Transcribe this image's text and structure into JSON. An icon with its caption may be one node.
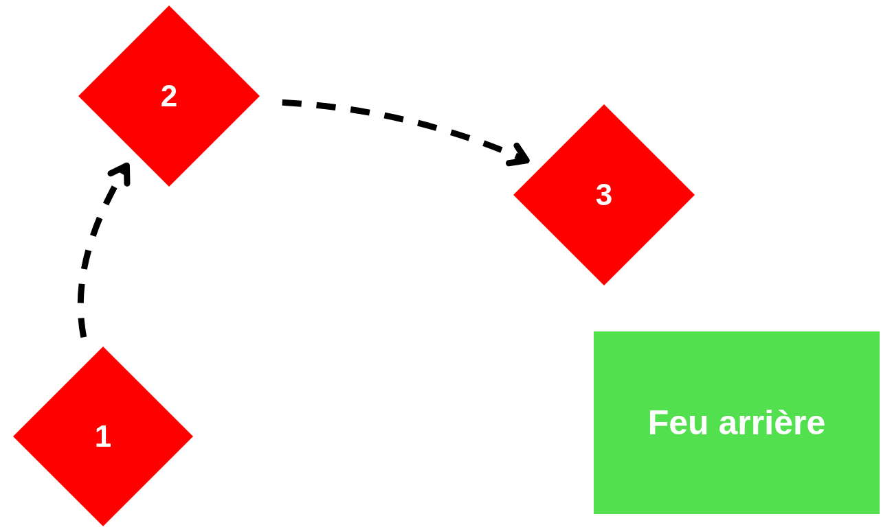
{
  "diagram": {
    "nodes": [
      {
        "text": [
          "1"
        ]
      },
      {
        "text": [
          "2"
        ]
      },
      {
        "text": [
          "3"
        ]
      },
      {
        "text": [
          "Feu arrière"
        ]
      }
    ],
    "edges": [
      {
        "from": 0,
        "to": 1,
        "arrow": "to",
        "style": "dashed"
      },
      {
        "from": 1,
        "to": 2,
        "arrow": "to",
        "style": "dashed"
      }
    ]
  }
}
